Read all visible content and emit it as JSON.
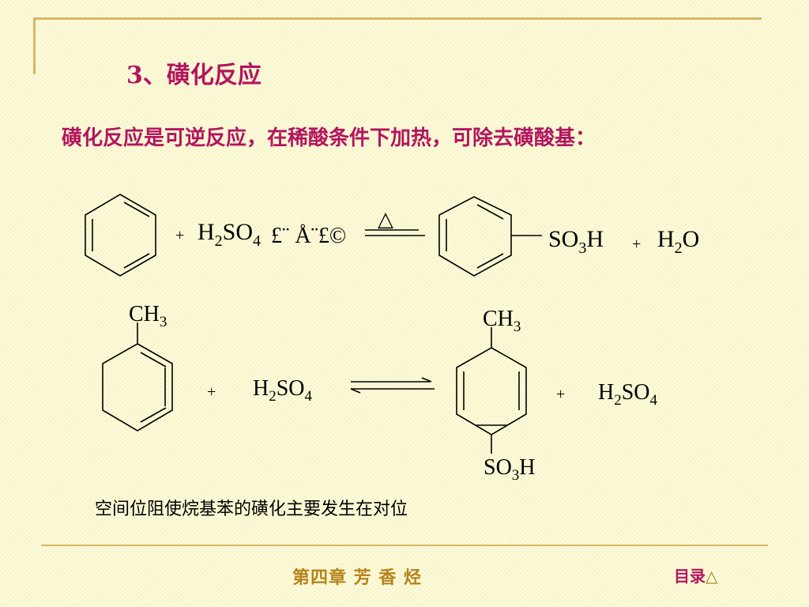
{
  "slide": {
    "title": "3、磺化反应",
    "subtitle": "磺化反应是可逆反应，在稀酸条件下加热，可除去磺酸基：",
    "note": "空间位阻使烷基苯的磺化主要发生在对位"
  },
  "reaction1": {
    "plus1": "+",
    "reagent": {
      "base": "H",
      "sub1": "2",
      "mid": "SO",
      "sub2": "4"
    },
    "garbled": "£¨ Å¨£©",
    "condition": "△",
    "product": {
      "base": "SO",
      "sub": "3",
      "tail": "H"
    },
    "plus2": "+",
    "byproduct": {
      "base": "H",
      "sub": "2",
      "tail": "O"
    }
  },
  "reaction2": {
    "ch3_left": {
      "base": "CH",
      "sub": "3"
    },
    "plus1": "+",
    "reagent": {
      "base": "H",
      "sub1": "2",
      "mid": "SO",
      "sub2": "4"
    },
    "ch3_right": {
      "base": "CH",
      "sub": "3"
    },
    "plus2": "+",
    "reagent2": {
      "base": "H",
      "sub1": "2",
      "mid": "SO",
      "sub2": "4"
    },
    "so3h": {
      "base": "SO",
      "sub": "3",
      "tail": "H"
    }
  },
  "footer": {
    "chapter": "第四章  芳  香  烃",
    "toc_label": "目录",
    "toc_icon": "△"
  },
  "colors": {
    "title": "#b3155e",
    "footer_chapter": "#b5831b",
    "frame": "#d7b76a",
    "background": "#fdfbd9"
  }
}
